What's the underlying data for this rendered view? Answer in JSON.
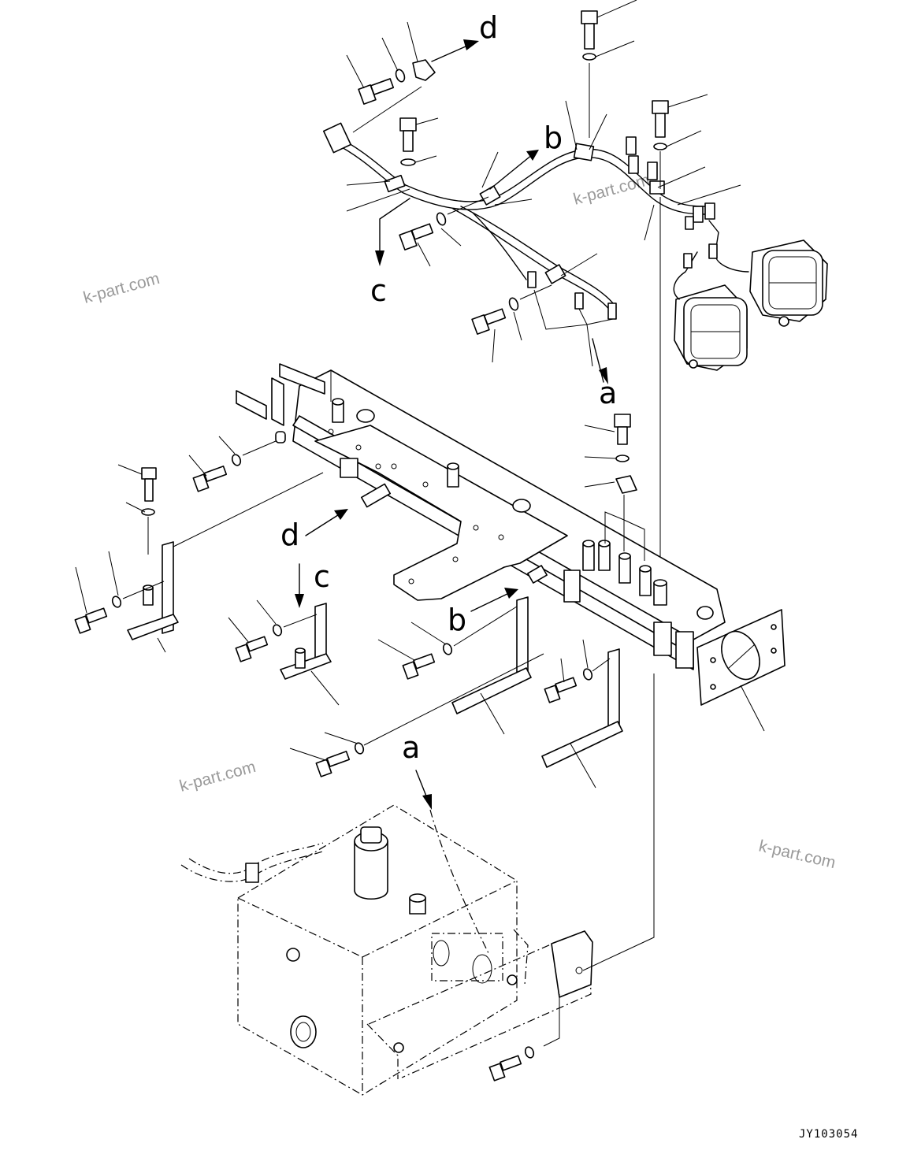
{
  "callouts": {
    "a": "a",
    "b": "b",
    "c": "c",
    "d": "d"
  },
  "watermark": "k-part.com",
  "drawing_code": "JY103054"
}
